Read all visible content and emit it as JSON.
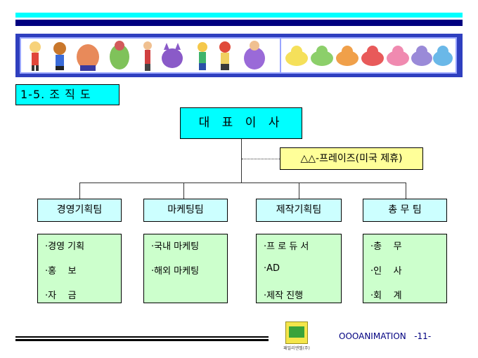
{
  "section_title": "1-5. 조 직 도",
  "ceo_label": "대 표 이 사",
  "partner_label": "△△-프레이즈(미국 제휴)",
  "teams": [
    {
      "name": "경영기획팀",
      "items": [
        "·경영 기획",
        "·홍    보",
        "·자    금"
      ]
    },
    {
      "name": "마케팅팀",
      "items": [
        "·국내 마케팅",
        "·해외 마케팅"
      ]
    },
    {
      "name": "제작기획팀",
      "items": [
        "·프 로 듀 서",
        "·AD",
        "·제작 진행"
      ]
    },
    {
      "name": "총  무  팀",
      "items": [
        "·총    무",
        "·인    사",
        "·회    계"
      ]
    }
  ],
  "footer_text": "OOOANIMATION   -11-",
  "logo_caption": "패밀리엔젤(주)",
  "colors": {
    "header_cyan": "#00ffff",
    "header_navy": "#000080",
    "ceo_box": "#00ffff",
    "partner_box": "#ffff99",
    "team_box": "#ccffff",
    "duty_box": "#ccffcc"
  }
}
